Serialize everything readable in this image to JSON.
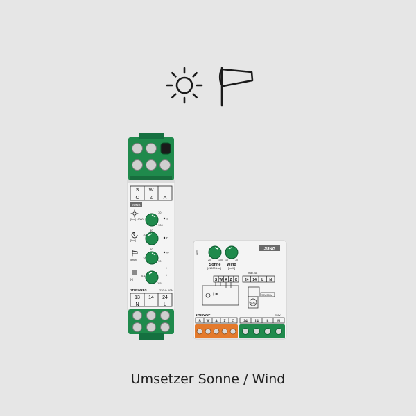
{
  "caption": "Umsetzer Sonne / Wind",
  "icons": {
    "sun": "sun-icon",
    "wind": "windsock-icon"
  },
  "colors": {
    "terminal_green": "#1e8a4b",
    "terminal_orange": "#e47a2c",
    "housing": "#f4f4f4",
    "background": "#e6e6e6"
  },
  "rail_device": {
    "top_labels": [
      [
        "S",
        "C"
      ],
      [
        "W",
        "Z"
      ],
      [
        "",
        "A"
      ]
    ],
    "brand": "JUNG",
    "dial_scales": [
      {
        "lo": "",
        "hi": "70",
        "right": "100"
      },
      {
        "lo": "10",
        "hi": "30",
        "right": ""
      },
      {
        "lo": "10",
        "hi": "40",
        "right": "70"
      },
      {
        "lo": "0,1",
        "hi": "",
        "right": "1,5"
      }
    ],
    "side_labels": [
      "[Lux] x1000",
      "[Lux]",
      "[km/h]",
      "[s]"
    ],
    "right_marks": [
      "S",
      "D",
      "W",
      "↑",
      "↓"
    ],
    "model": "1TUSWREG",
    "rating": "230V~ 10A",
    "bottom_labels": [
      [
        "13",
        "N"
      ],
      [
        "14",
        ""
      ],
      [
        "24",
        "L"
      ]
    ]
  },
  "flush_device": {
    "brand": "JUNG",
    "dial_labels": [
      {
        "title": "Sonne",
        "unit": "[x1000 Lux]",
        "lo": "20",
        "hi": "100"
      },
      {
        "title": "Wind",
        "unit": "[km/h]",
        "lo": "10",
        "hi": "70"
      }
    ],
    "led_label": "LED",
    "schematic_headers": [
      "S",
      "W",
      "A",
      "Z",
      "C"
    ],
    "relay_headers": [
      "24",
      "14",
      "L",
      "N"
    ],
    "relay_note": "max. 4A",
    "voltage": "230V/50Hz",
    "motor": "M AC",
    "model": "1TUSWUP",
    "terminal_labels_left": [
      "S",
      "W",
      "A",
      "Z",
      "C"
    ],
    "terminal_labels_right": [
      "24",
      "14",
      "L",
      "N"
    ],
    "rating": "230V~"
  }
}
